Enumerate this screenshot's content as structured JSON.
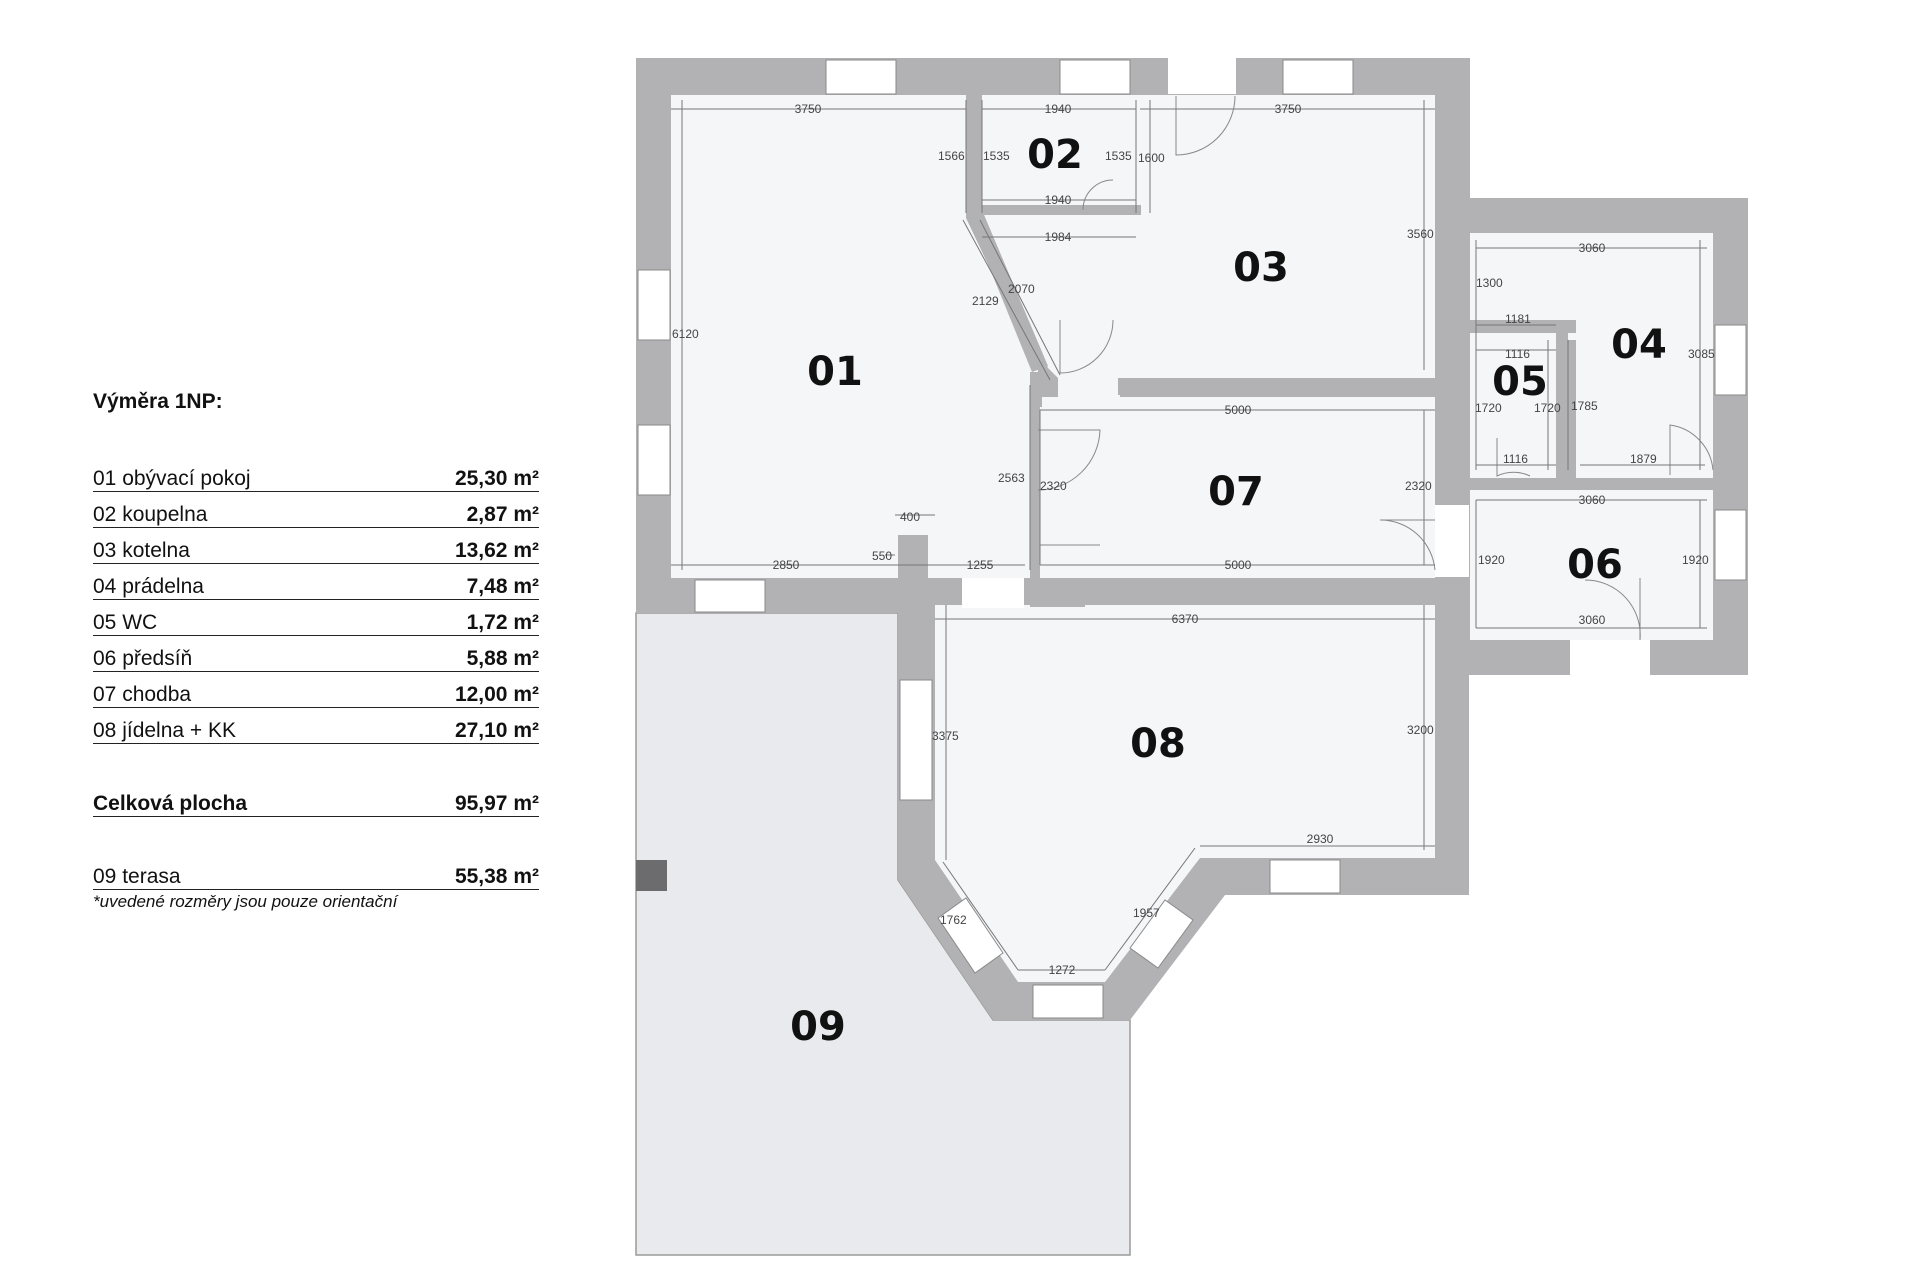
{
  "legend": {
    "title": "Výměra 1NP:",
    "rooms": [
      {
        "label": "01 obývací pokoj",
        "area": "25,30 m²"
      },
      {
        "label": "02 koupelna",
        "area": "2,87 m²"
      },
      {
        "label": "03 kotelna",
        "area": "13,62 m²"
      },
      {
        "label": "04 prádelna",
        "area": "7,48 m²"
      },
      {
        "label": "05 WC",
        "area": "1,72 m²"
      },
      {
        "label": "06 předsíň",
        "area": "5,88 m²"
      },
      {
        "label": "07 chodba",
        "area": "12,00 m²"
      },
      {
        "label": "08 jídelna + KK",
        "area": "27,10 m²"
      }
    ],
    "total": {
      "label": "Celková plocha",
      "area": "95,97 m²"
    },
    "terrace": {
      "label": "09 terasa",
      "area": "55,38 m²"
    },
    "note": "*uvedené rozměry jsou pouze orientační"
  },
  "plan": {
    "room_numbers": {
      "r01": "01",
      "r02": "02",
      "r03": "03",
      "r04": "04",
      "r05": "05",
      "r06": "06",
      "r07": "07",
      "r08": "08",
      "r09": "09"
    },
    "dimensions": {
      "d3750a": "3750",
      "d1940a": "1940",
      "d3750b": "3750",
      "d1566": "1566",
      "d1535a": "1535",
      "d1535b": "1535",
      "d1600": "1600",
      "d1940b": "1940",
      "d1984": "1984",
      "d3560": "3560",
      "d2129": "2129",
      "d2070": "2070",
      "d6120": "6120",
      "d3060a": "3060",
      "d1300": "1300",
      "d1181": "1181",
      "d1116a": "1116",
      "d3085": "3085",
      "d1720a": "1720",
      "d1720b": "1720",
      "d1785": "1785",
      "d1116b": "1116",
      "d1879": "1879",
      "d5000a": "5000",
      "d2563": "2563",
      "d2320a": "2320",
      "d2320b": "2320",
      "d400": "400",
      "d550": "550",
      "d2850": "2850",
      "d1255": "1255",
      "d5000b": "5000",
      "d3060b": "3060",
      "d1920a": "1920",
      "d1920b": "1920",
      "d3060c": "3060",
      "d6370": "6370",
      "d3375": "3375",
      "d3200": "3200",
      "d2930": "2930",
      "d1762": "1762",
      "d1957": "1957",
      "d1272": "1272"
    }
  },
  "colors": {
    "wall": "#b2b2b4",
    "floor": "#f5f6f8",
    "terrace": "#e9eaed",
    "window": "#ffffff",
    "dim_line": "#777777",
    "text": "#111111"
  }
}
